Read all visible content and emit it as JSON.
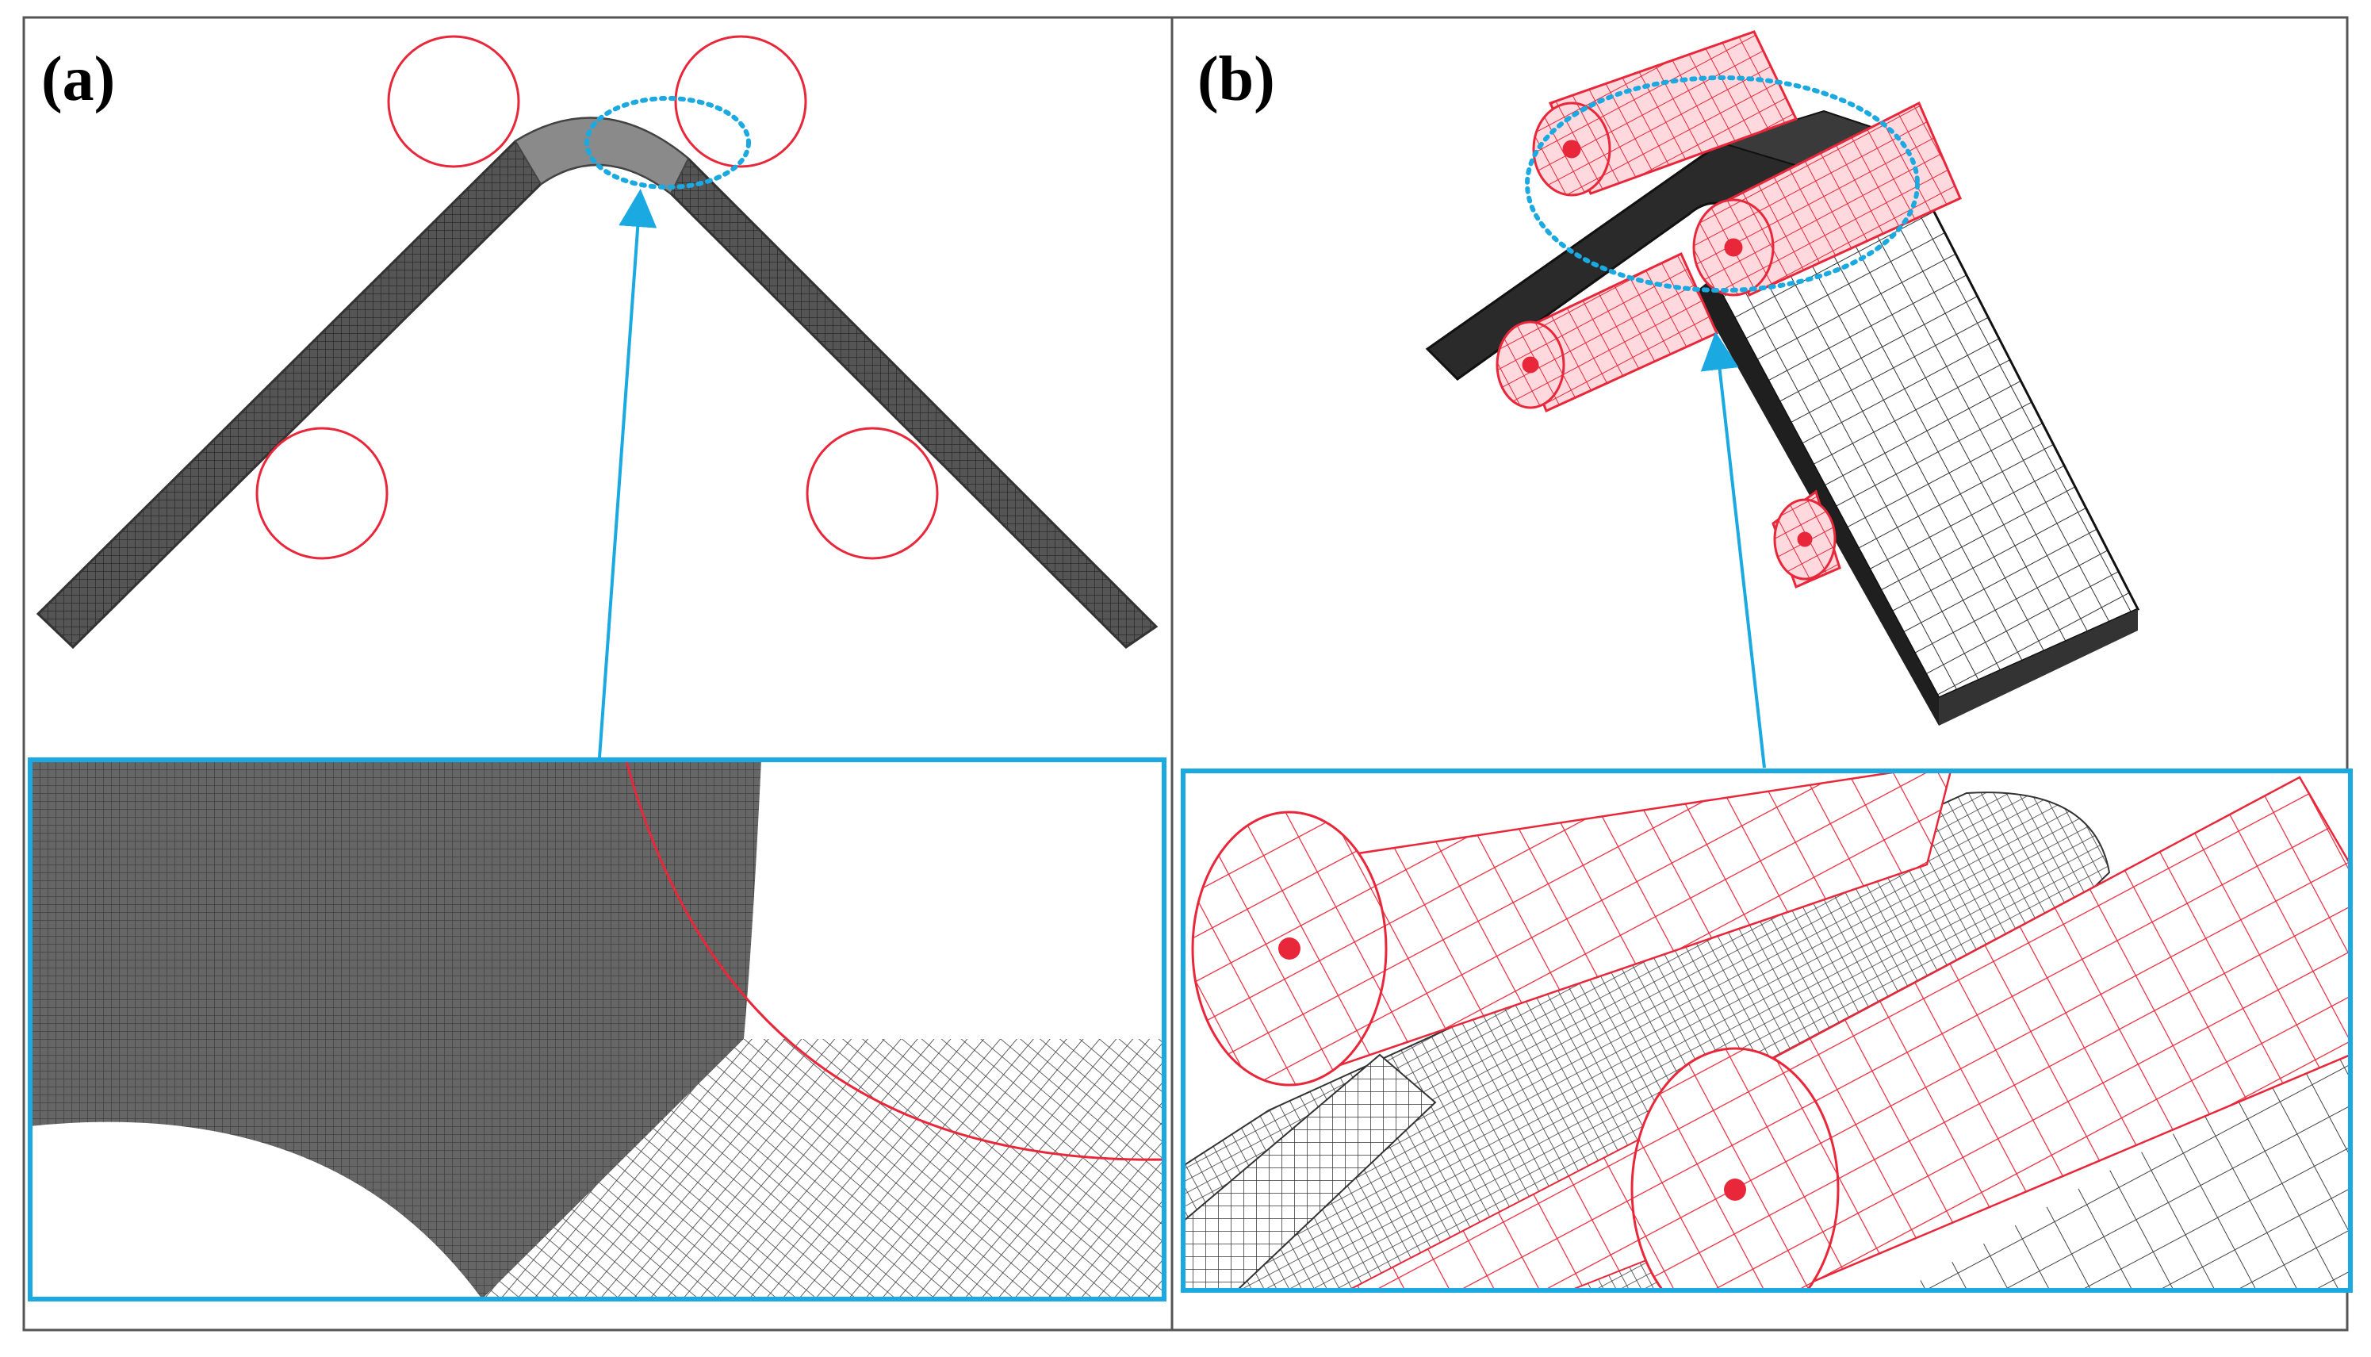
{
  "figure": {
    "panels": [
      {
        "id": "a",
        "label": "(a)"
      },
      {
        "id": "b",
        "label": "(b)"
      }
    ]
  },
  "colors": {
    "frame": "#555555",
    "mesh_dark": "#3a3a3a",
    "mesh_light": "#8a8a8a",
    "roller_red": "#e8283a",
    "highlight_blue": "#1aa9e0",
    "background": "#ffffff"
  },
  "icons": {
    "callout": "dotted-ellipse",
    "pointer": "arrow-up"
  }
}
